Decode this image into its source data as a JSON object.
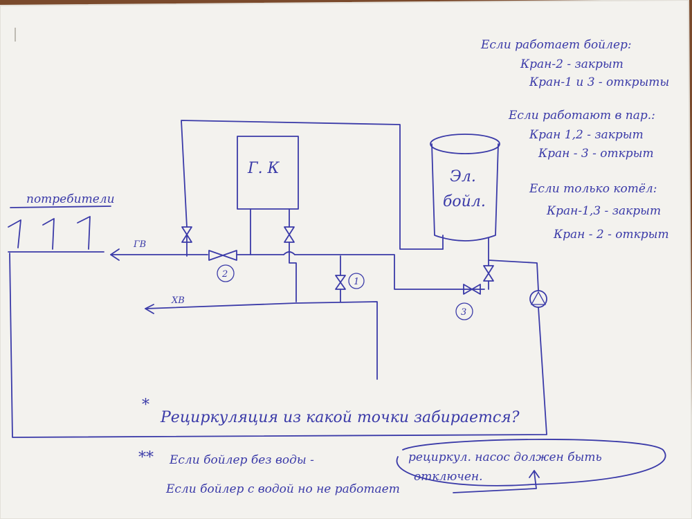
{
  "labels": {
    "consumers": "потребители",
    "hot_water": "ГВ",
    "cold_water": "ХВ",
    "gas_boiler": "Г. К",
    "el_boiler_line1": "Эл.",
    "el_boiler_line2": "бойл."
  },
  "valves": {
    "v1": "1",
    "v2": "2",
    "v3": "3"
  },
  "notes": {
    "boiler_works_title": "Если работает бойлер:",
    "boiler_works_l1": "Кран-2 - закрыт",
    "boiler_works_l2": "Кран-1 и 3 - открыты",
    "parallel_title": "Если работают в пар.:",
    "parallel_l1": "Кран 1,2 - закрыт",
    "parallel_l2": "Кран - 3 - открыт",
    "only_boiler_title": "Если только котёл:",
    "only_boiler_l1": "Кран-1,3 - закрыт",
    "only_boiler_l2": "Кран - 2 - открыт"
  },
  "bottom": {
    "question_mark": "*",
    "question": "Рециркуляция из какой точки забирается?",
    "note_mark": "**",
    "line1_a": "Если бойлер без воды -",
    "line1_b": "рециркул. насос должен быть",
    "line1_c": "отключен.",
    "line2": "Если бойлер с водой но не работает"
  },
  "colors": {
    "paper": "#f3f2ee",
    "ink": "#3a3aa8",
    "background": "#7a4a2c"
  }
}
